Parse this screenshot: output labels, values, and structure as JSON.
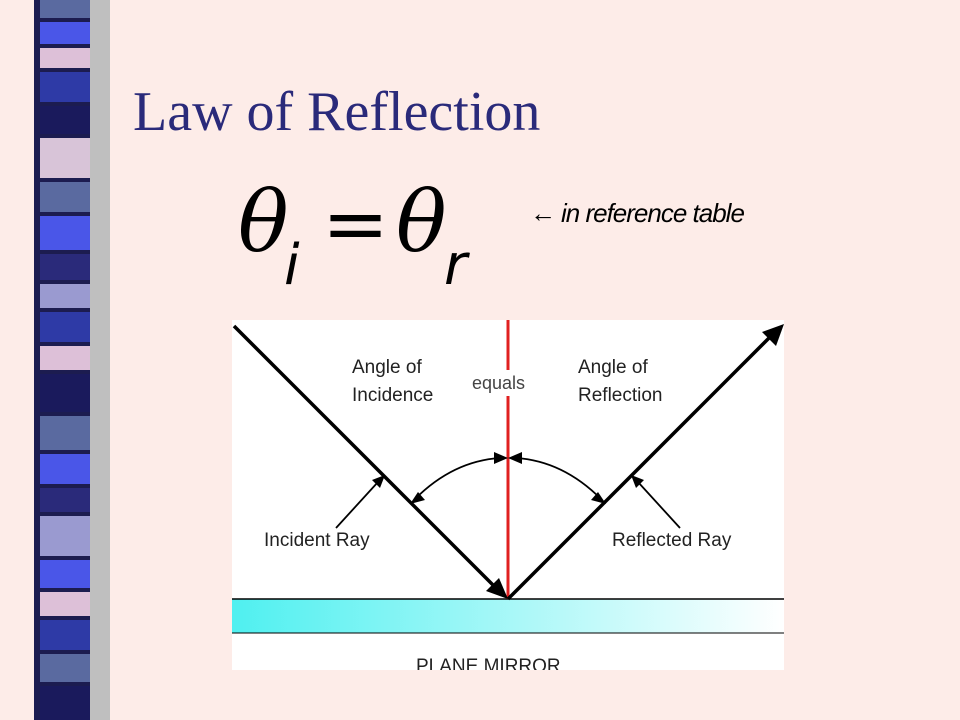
{
  "title": "Law of Reflection",
  "formula": {
    "lhs_symbol": "θ",
    "lhs_subscript": "i",
    "operator": "=",
    "rhs_symbol": "θ",
    "rhs_subscript": "r"
  },
  "note": {
    "arrow": "←",
    "text": "in reference table"
  },
  "diagram": {
    "angle_incidence_line1": "Angle of",
    "angle_incidence_line2": "Incidence",
    "equals": "equals",
    "angle_reflection_line1": "Angle of",
    "angle_reflection_line2": "Reflection",
    "incident_ray": "Incident Ray",
    "reflected_ray": "Reflected Ray",
    "mirror_label": "PLANE MIRROR"
  },
  "colors": {
    "background": "#fdece8",
    "title": "#2a2a7a",
    "normal_line": "#e02020",
    "mirror_cyan": "#4ff0f0"
  }
}
